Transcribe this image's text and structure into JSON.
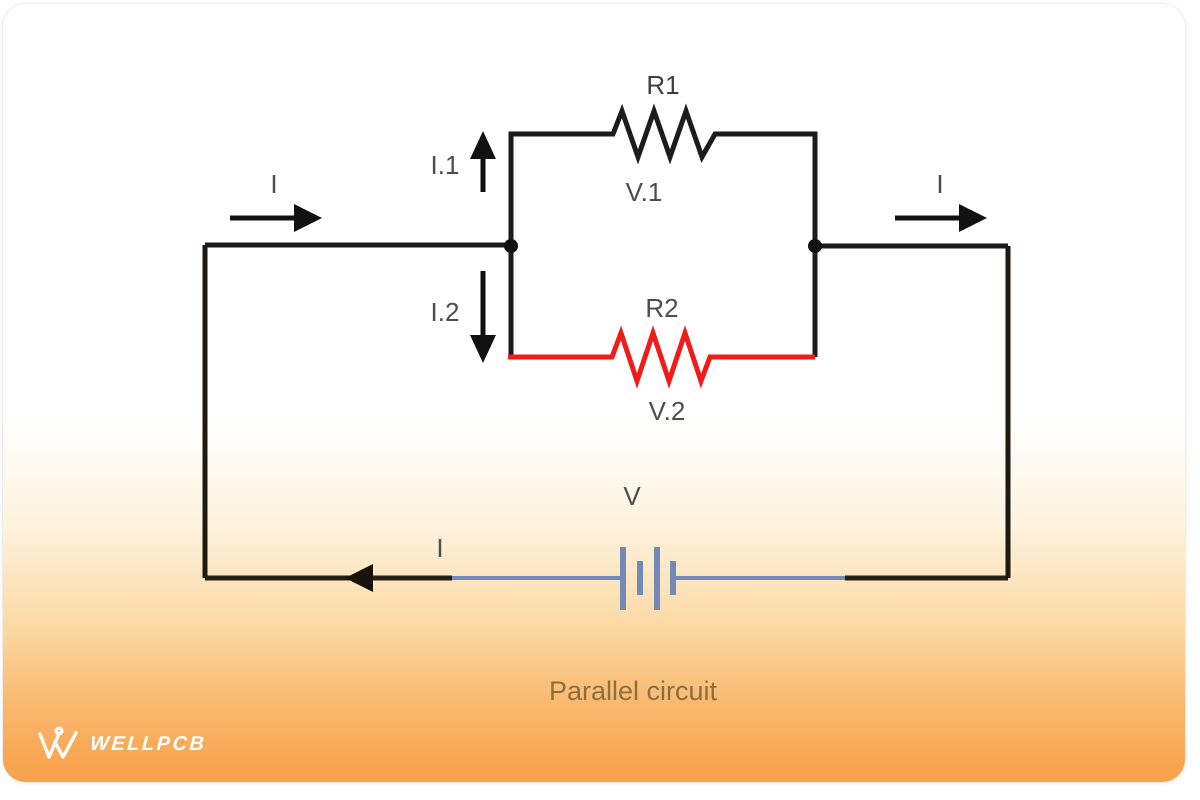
{
  "circuit": {
    "resistor1": {
      "label": "R1",
      "voltage_label": "V.1"
    },
    "resistor2": {
      "label": "R2",
      "voltage_label": "V.2"
    },
    "branch_currents": {
      "top": "I.1",
      "bottom": "I.2"
    },
    "source": {
      "label": "V"
    },
    "current_labels": {
      "left": "I",
      "right": "I",
      "bottom": "I"
    }
  },
  "caption": {
    "text": "Parallel circuit"
  },
  "logo": {
    "brand": "WELLPCB"
  },
  "colors": {
    "wire": "#1c1c1c",
    "wire_bottom": "#262014",
    "resistor2": "#f01b1b",
    "battery": "#7289ba",
    "label_gray": "#4d4d4d",
    "label_red": "#f01b1b",
    "caption": "#8d6f3e",
    "card_orange": "#f8a24c",
    "logo_text": "#ffffff"
  }
}
